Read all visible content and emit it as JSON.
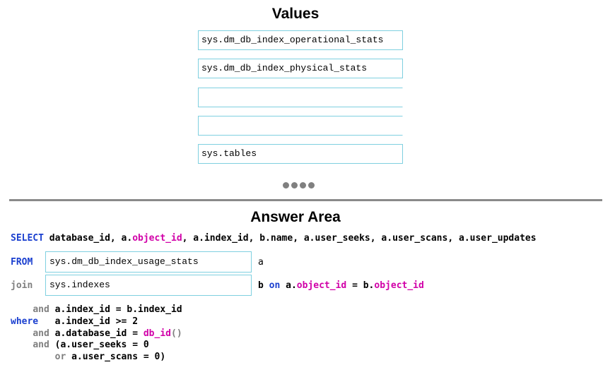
{
  "values_panel": {
    "title": "Values",
    "items": [
      "sys.dm_db_index_operational_stats",
      "sys.dm_db_index_physical_stats",
      "",
      "",
      "sys.tables"
    ]
  },
  "answer_area": {
    "title": "Answer Area",
    "select_line": {
      "keyword": "SELECT",
      "col1": "database_id, a.",
      "object_id": "object_id",
      "rest": ", a.index_id, b.name, a.user_seeks, a.user_scans, a.user_updates"
    },
    "from_line": {
      "keyword": "FROM",
      "drop_value": "sys.dm_db_index_usage_stats",
      "alias": "a"
    },
    "join_line": {
      "keyword": "join",
      "drop_value": "sys.indexes",
      "alias": "b",
      "on": "on",
      "a_prefix": "a.",
      "a_object_id": "object_id",
      "eq": " = b.",
      "b_object_id": "object_id"
    },
    "where_lines": {
      "and1_kw": "and",
      "and1_text": " a.index_id = b.index_id",
      "where_kw": "where",
      "where_text": "   a.index_id >= 2",
      "and2_kw": "and",
      "and2_pre": " a.database_id = ",
      "and2_fn": "db_id",
      "and2_post": "()",
      "and3_kw": "and",
      "and3_text": " (a.user_seeks = 0",
      "or_kw": "or",
      "or_text": " a.user_scans = 0)"
    }
  },
  "colors": {
    "keyword_blue": "#1a3fcf",
    "keyword_grey": "#7f7f7f",
    "function_magenta": "#d100a8",
    "box_border": "#7fd0e0"
  }
}
